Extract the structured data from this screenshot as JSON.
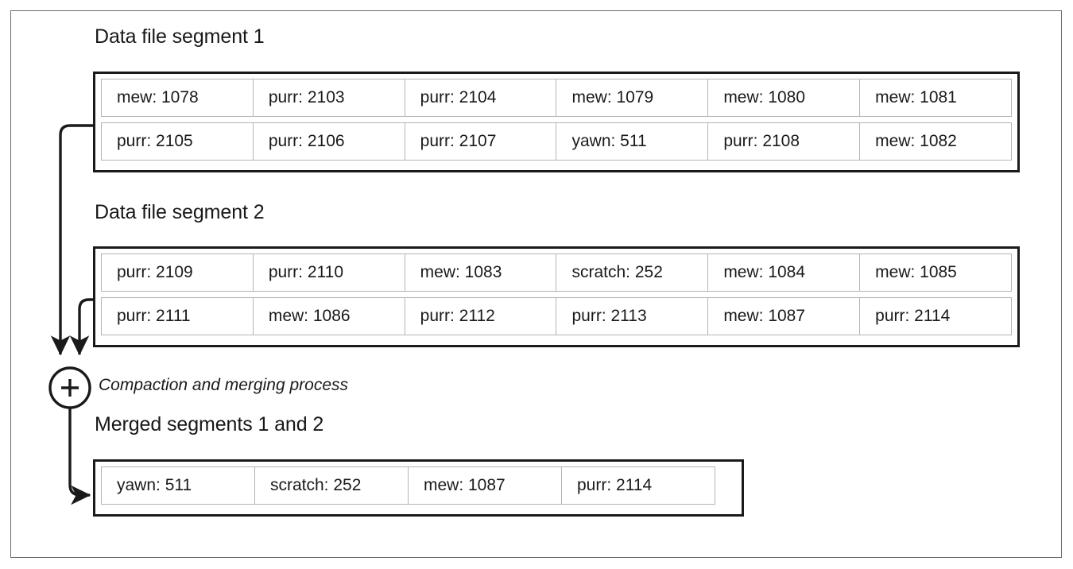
{
  "figure": {
    "caption_style": "log-structured storage compaction diagram"
  },
  "sections": [
    {
      "id": "segment-1",
      "title": "Data file segment 1",
      "columns": 6,
      "rows": [
        [
          "mew: 1078",
          "purr: 2103",
          "purr: 2104",
          "mew: 1079",
          "mew: 1080",
          "mew: 1081"
        ],
        [
          "purr: 2105",
          "purr: 2106",
          "purr: 2107",
          "yawn: 511",
          "purr: 2108",
          "mew: 1082"
        ]
      ]
    },
    {
      "id": "segment-2",
      "title": "Data file segment 2",
      "columns": 6,
      "rows": [
        [
          "purr: 2109",
          "purr: 2110",
          "mew: 1083",
          "scratch: 252",
          "mew: 1084",
          "mew: 1085"
        ],
        [
          "purr: 2111",
          "mew: 1086",
          "purr: 2112",
          "purr: 2113",
          "mew: 1087",
          "purr: 2114"
        ]
      ]
    },
    {
      "id": "merged-segment",
      "title": "Merged segments 1 and 2",
      "columns": 4,
      "rows": [
        [
          "yawn: 511",
          "scratch: 252",
          "mew: 1087",
          "purr: 2114"
        ]
      ]
    }
  ],
  "process": {
    "node_symbol": "+",
    "label": "Compaction and merging process"
  },
  "colors": {
    "stroke": "#1a1a1a",
    "cell_border": "#b4b4b4",
    "frame": "#6b6b6b",
    "background": "#ffffff"
  }
}
